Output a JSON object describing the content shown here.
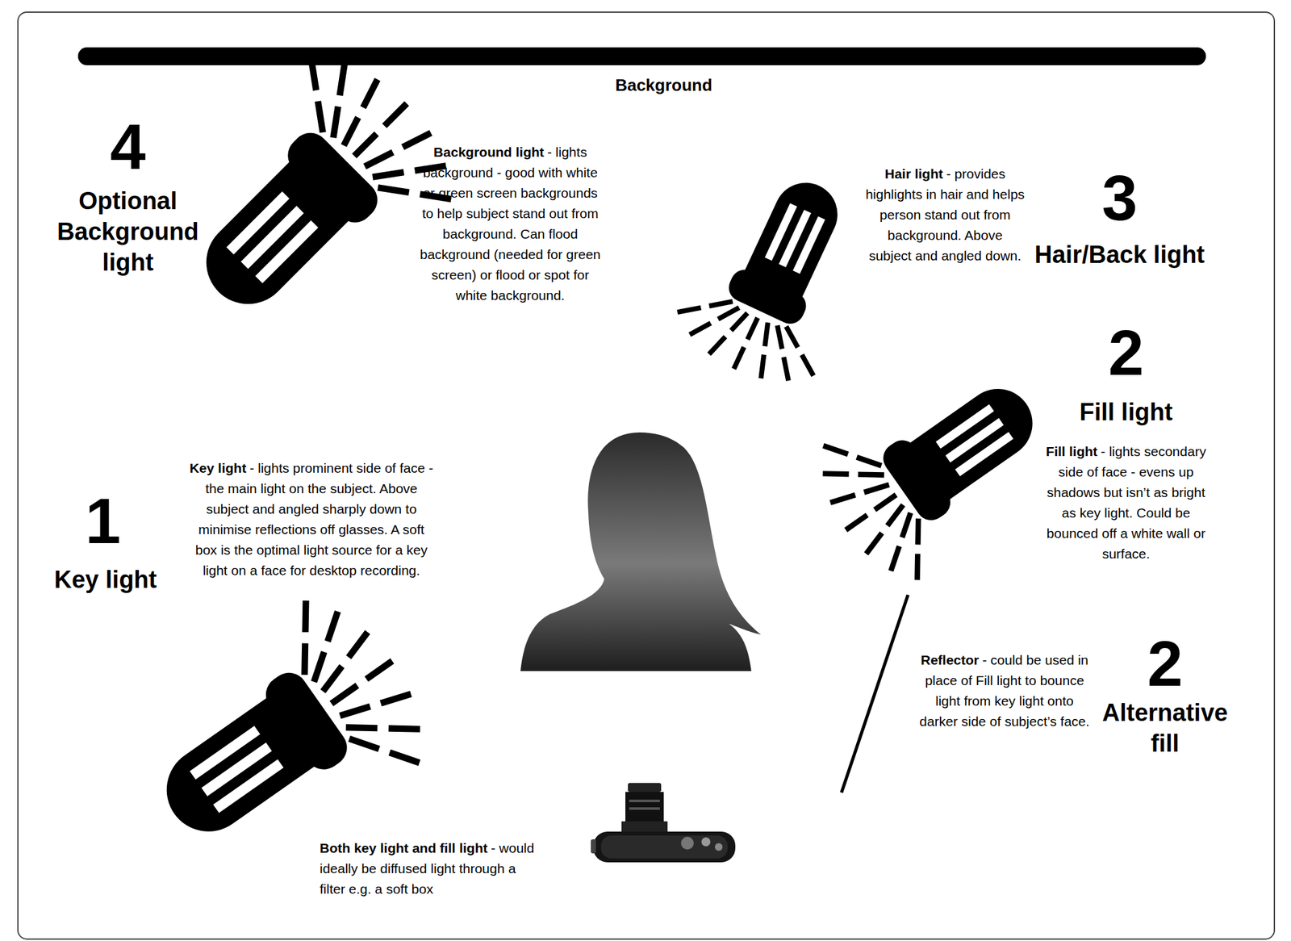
{
  "diagram": {
    "labels": [
      "Background",
      "4",
      "Optional Background light",
      "Background light",
      "- lights background - good with white or green screen backgrounds to help subject stand out from background. Can flood background (needed for green screen) or flood or spot for white background.",
      "Hair light",
      "- provides highlights in hair and helps person stand out from background. Above subject and angled down.",
      "3",
      "Hair/Back light",
      "2",
      "Fill light",
      "Fill light",
      "- lights secondary side of face - evens up shadows but isn’t as bright as key light. Could be bounced off a white wall or surface.",
      "1",
      "Key light",
      "Key light",
      "- lights prominent side of face - the main light on the subject. Above subject and angled sharply down to minimise reflections off glasses. A soft box is the optimal light source for a key light on a face for desktop recording.",
      "Reflector",
      "- could be used in place of Fill light to bounce light from key light onto darker side of subject’s face.",
      "2",
      "Alternative fill",
      "Both key light and fill light",
      "- would ideally be diffused light through a filter e.g. a soft box"
    ]
  }
}
